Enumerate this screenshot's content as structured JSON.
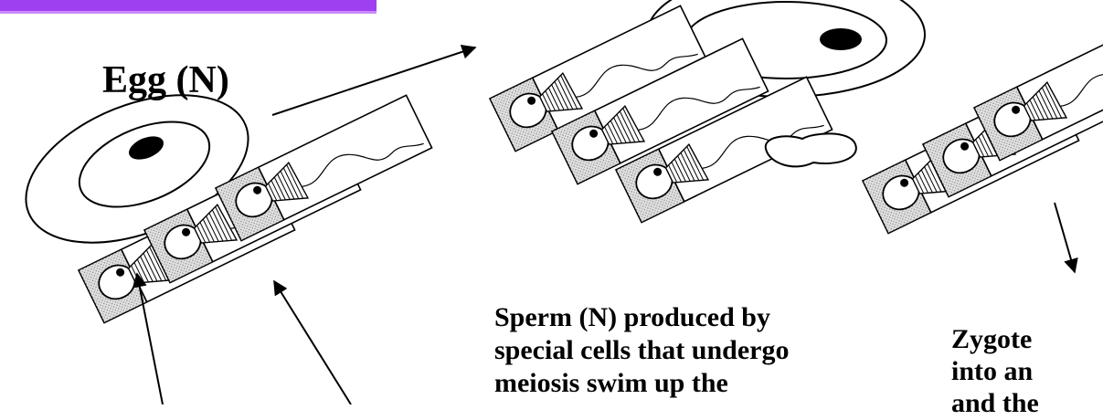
{
  "labels": {
    "egg": "Egg (N)",
    "sperm_text": [
      "Sperm (N) produced by",
      "special cells that undergo",
      "meiosis swim up the"
    ],
    "zygote_text": [
      "Zygote",
      "into an",
      "and the"
    ]
  },
  "colors": {
    "header_band": "#9e3ff0",
    "cell_stipple": "#d9d9d9",
    "ink": "#000000"
  }
}
